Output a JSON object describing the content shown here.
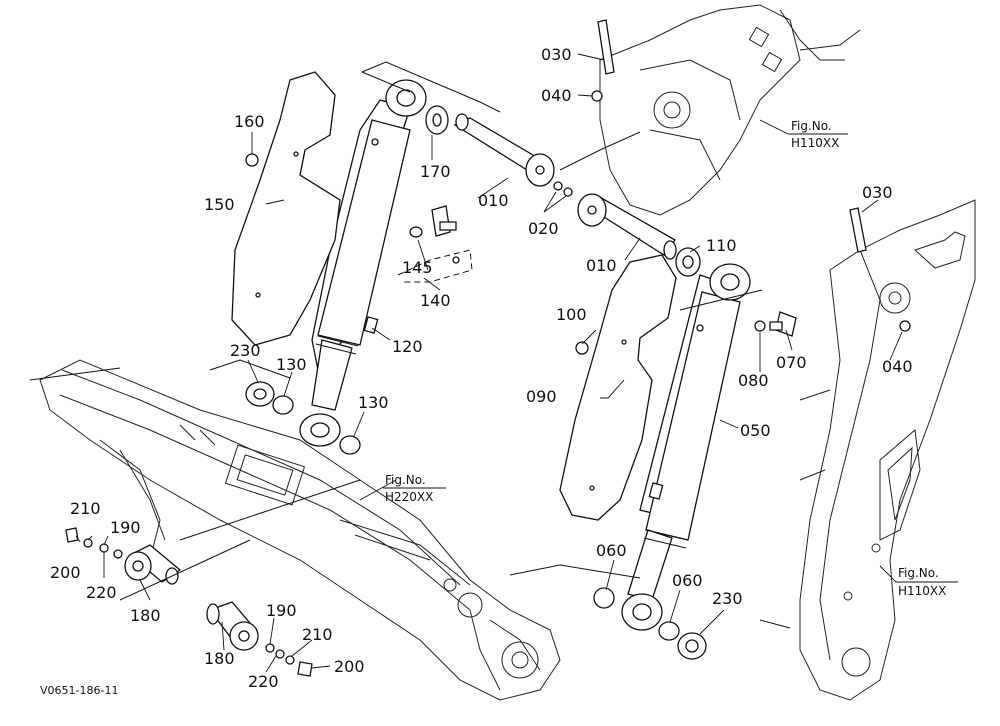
{
  "figure_code": "V0651-186-11",
  "references": {
    "top_right": {
      "line1": "Fig.No.",
      "line2": "H110XX"
    },
    "lower_right": {
      "line1": "Fig.No.",
      "line2": "H110XX"
    },
    "center_frame": {
      "line1": "Fig.No.",
      "line2": "H220XX"
    }
  },
  "parts": {
    "p010a": "010",
    "p010b": "010",
    "p020": "020",
    "p030a": "030",
    "p030b": "030",
    "p040a": "040",
    "p040b": "040",
    "p050": "050",
    "p060a": "060",
    "p060b": "060",
    "p070": "070",
    "p080": "080",
    "p090": "090",
    "p100": "100",
    "p110": "110",
    "p120": "120",
    "p130a": "130",
    "p130b": "130",
    "p140": "140",
    "p145": "145",
    "p150": "150",
    "p160": "160",
    "p170": "170",
    "p180a": "180",
    "p180b": "180",
    "p190a": "190",
    "p190b": "190",
    "p200a": "200",
    "p200b": "200",
    "p210a": "210",
    "p210b": "210",
    "p220a": "220",
    "p220b": "220",
    "p230a": "230",
    "p230b": "230"
  }
}
